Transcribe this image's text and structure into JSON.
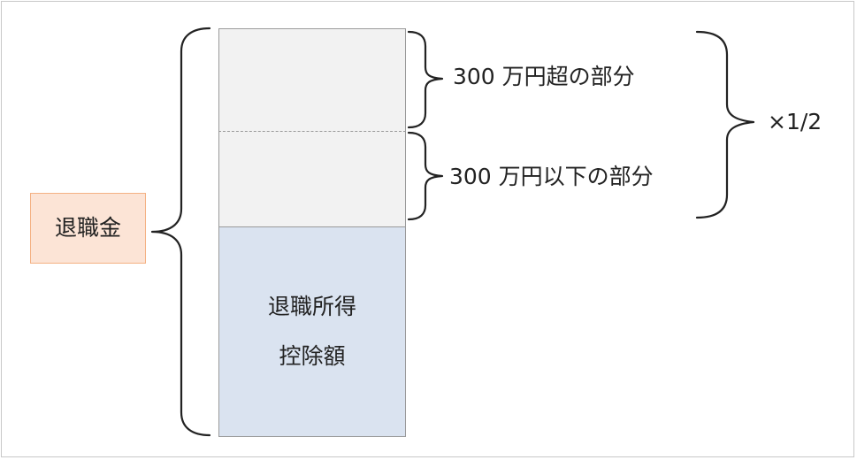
{
  "retirement_allowance": "退職金",
  "upper_segment": "300 万円超の部分",
  "middle_segment": "300 万円以下の部分",
  "deduction_line1": "退職所得",
  "deduction_line2": "控除額",
  "multiplier": "×1/2",
  "colors": {
    "label_box_fill": "#fce4d6",
    "label_box_border": "#f4b183",
    "upper_fill": "#f2f2f2",
    "deduction_fill": "#dae3f0",
    "stroke": "#222222"
  }
}
